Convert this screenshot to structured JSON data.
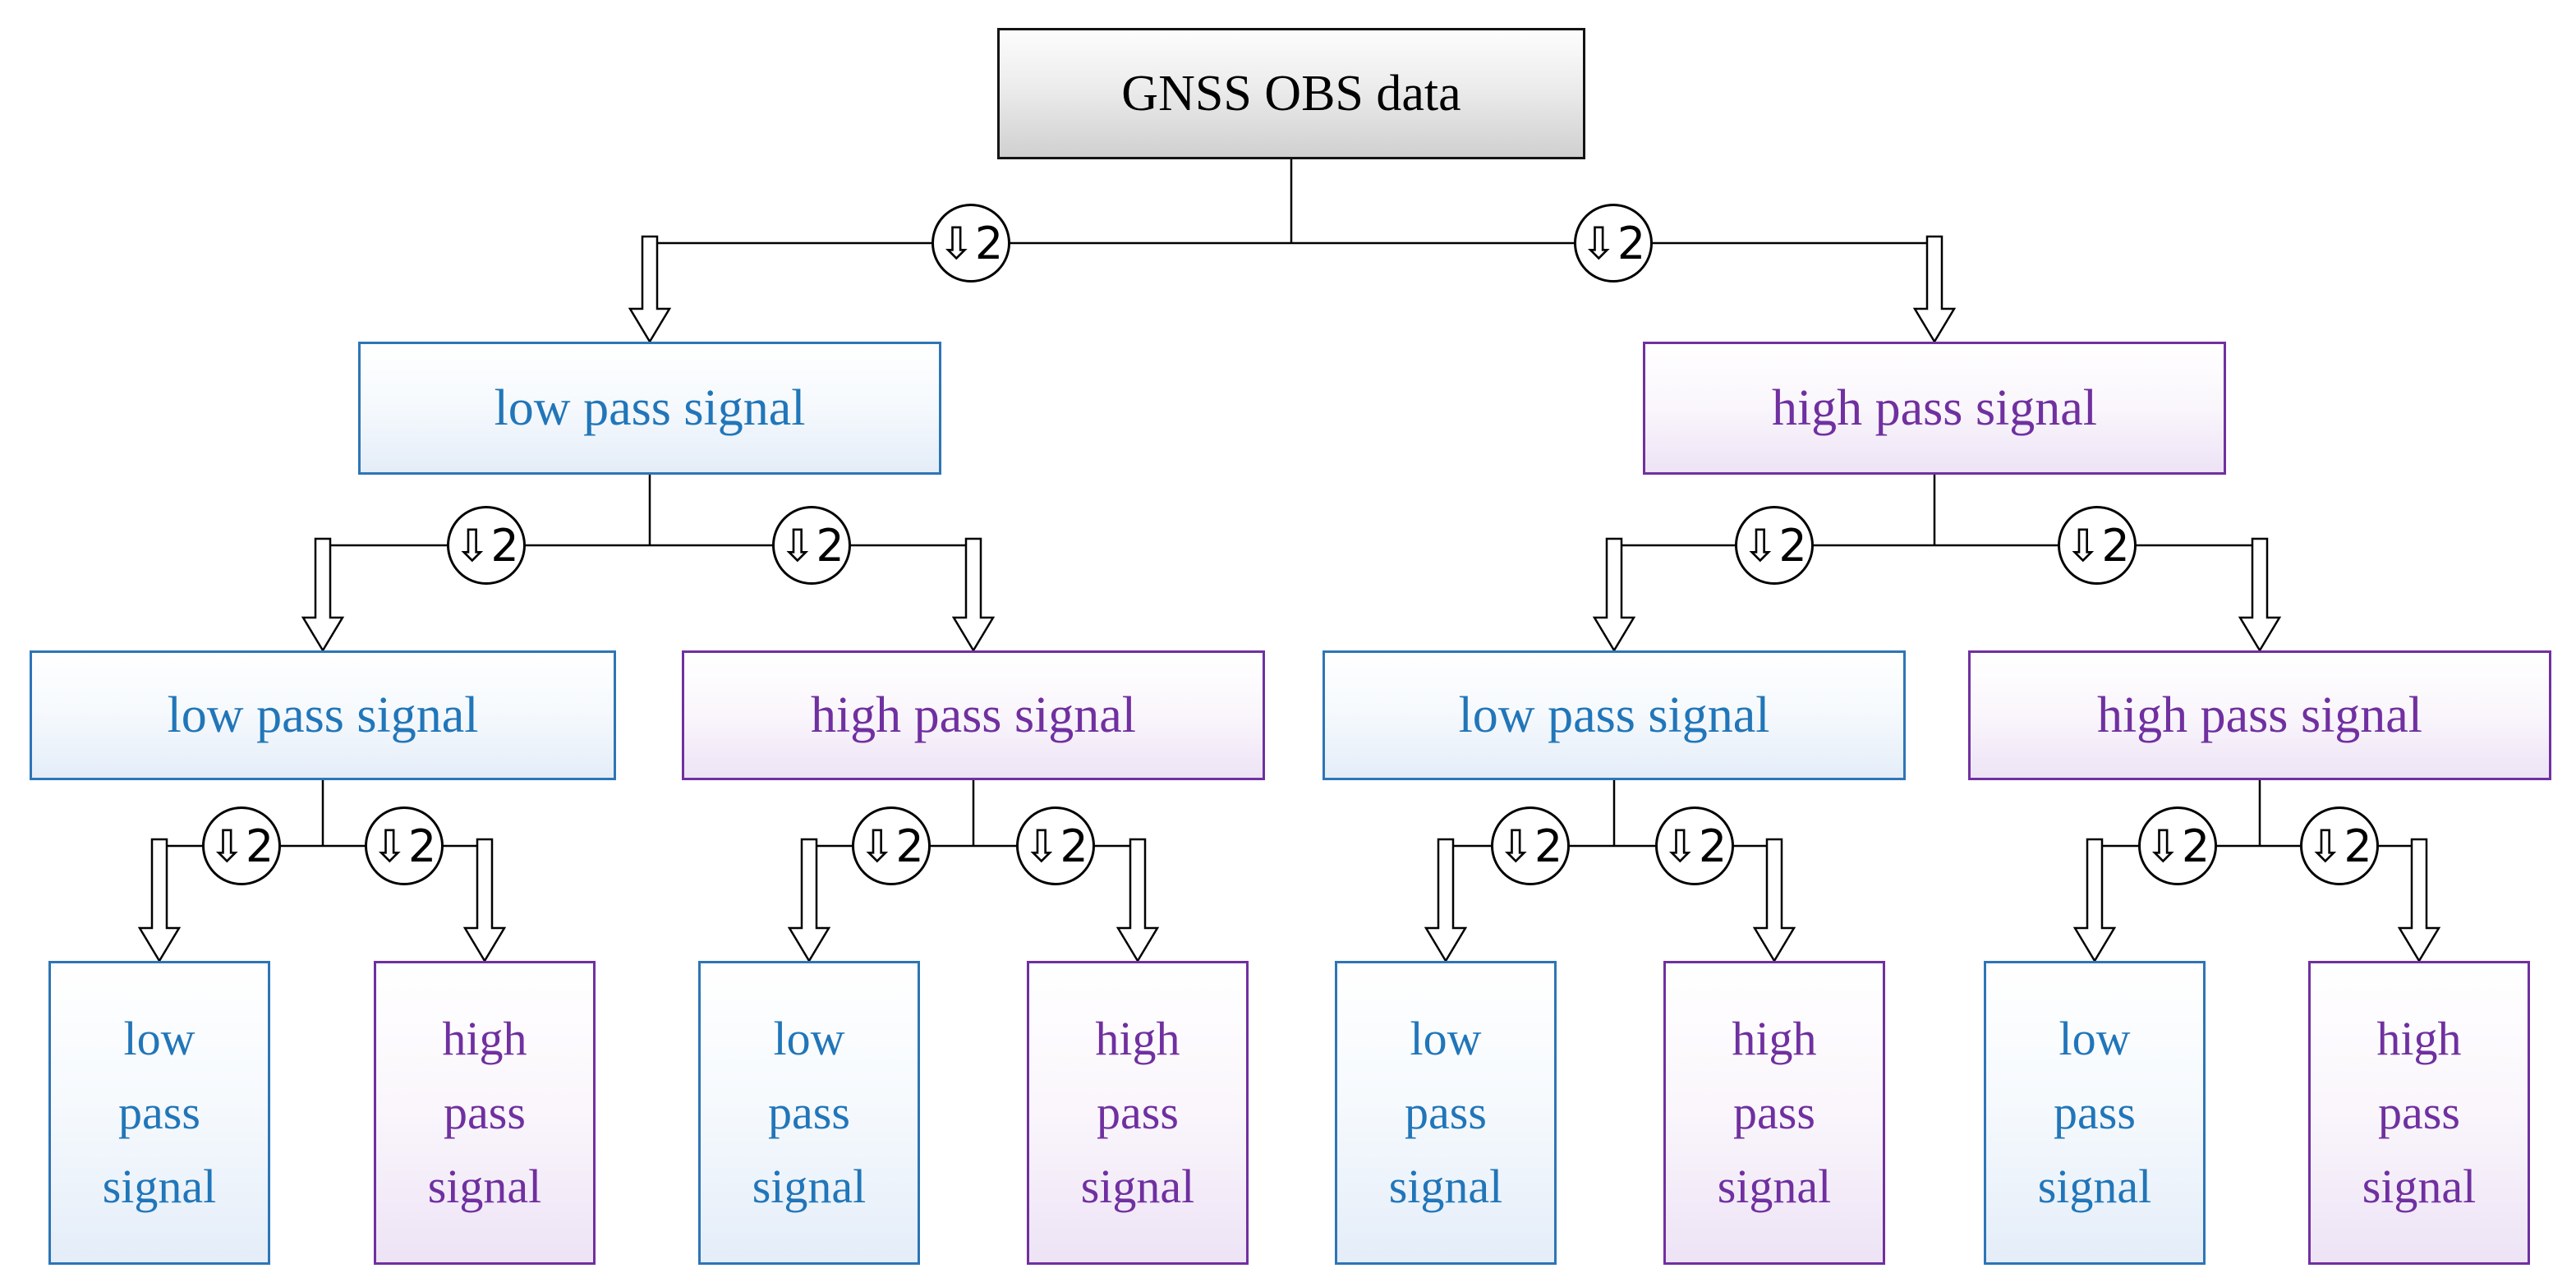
{
  "downsample": {
    "label": "⇩2"
  },
  "colors": {
    "low": "#2176b9",
    "low_border": "#2e75b6",
    "high": "#7030a0",
    "root_border": "#141414",
    "line": "#000000"
  },
  "levels": {
    "root": {
      "label": "GNSS OBS data"
    },
    "l1": [
      {
        "label": "low pass signal",
        "type": "low"
      },
      {
        "label": "high pass signal",
        "type": "high"
      }
    ],
    "l2": [
      {
        "label": "low pass signal",
        "type": "low"
      },
      {
        "label": "high pass signal",
        "type": "high"
      },
      {
        "label": "low pass signal",
        "type": "low"
      },
      {
        "label": "high pass signal",
        "type": "high"
      }
    ],
    "l3": [
      {
        "label": "low\npass\nsignal",
        "type": "low"
      },
      {
        "label": "high\npass\nsignal",
        "type": "high"
      },
      {
        "label": "low\npass\nsignal",
        "type": "low"
      },
      {
        "label": "high\npass\nsignal",
        "type": "high"
      },
      {
        "label": "low\npass\nsignal",
        "type": "low"
      },
      {
        "label": "high\npass\nsignal",
        "type": "high"
      },
      {
        "label": "low\npass\nsignal",
        "type": "low"
      },
      {
        "label": "high\npass\nsignal",
        "type": "high"
      }
    ]
  }
}
